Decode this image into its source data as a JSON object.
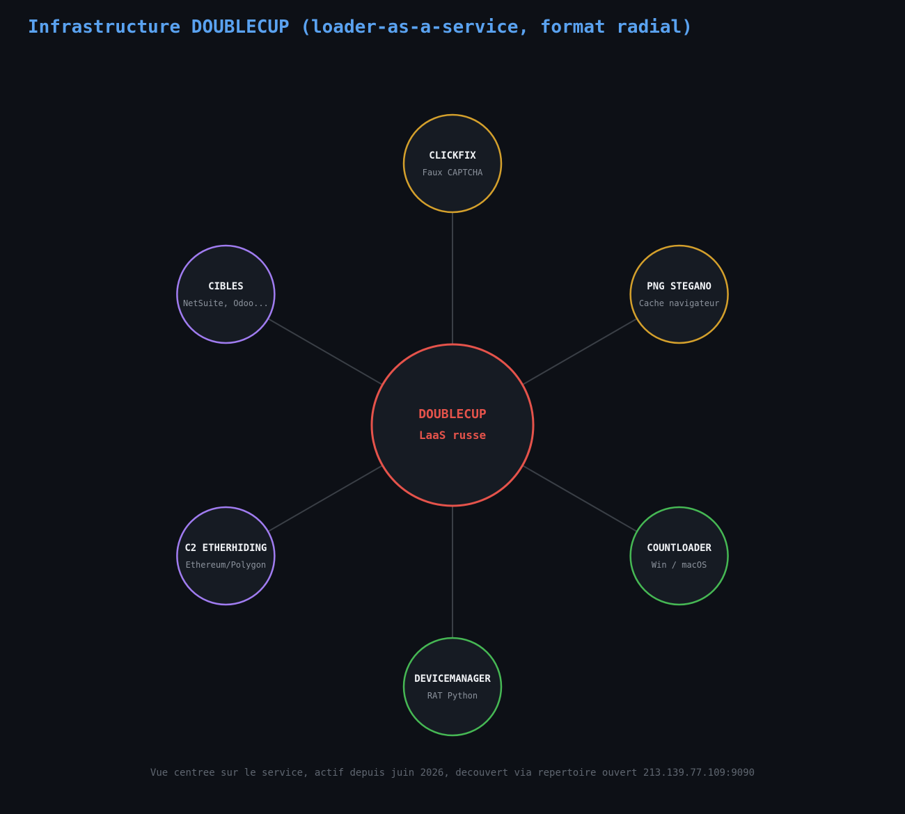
{
  "title": "Infrastructure DOUBLECUP (loader-as-a-service, format radial)",
  "center": {
    "title": "DOUBLECUP",
    "subtitle": "LaaS russe",
    "color": "#e5534b"
  },
  "nodes": [
    {
      "id": "clickfix",
      "title": "CLICKFIX",
      "subtitle": "Faux CAPTCHA",
      "color": "#d4a02c"
    },
    {
      "id": "png-stegano",
      "title": "PNG STEGANO",
      "subtitle": "Cache navigateur",
      "color": "#d4a02c"
    },
    {
      "id": "countloader",
      "title": "COUNTLOADER",
      "subtitle": "Win / macOS",
      "color": "#46b854"
    },
    {
      "id": "devicemanager",
      "title": "DEVICEMANAGER",
      "subtitle": "RAT Python",
      "color": "#46b854"
    },
    {
      "id": "c2-etherhiding",
      "title": "C2 ETHERHIDING",
      "subtitle": "Ethereum/Polygon",
      "color": "#a07cf0"
    },
    {
      "id": "cibles",
      "title": "CIBLES",
      "subtitle": "NetSuite, Odoo...",
      "color": "#a07cf0"
    }
  ],
  "footer": "Vue centree sur le service, actif depuis juin 2026, decouvert via repertoire ouvert 213.139.77.109:9090",
  "colors": {
    "background": "#0d1016",
    "node_fill": "#161b23",
    "edge": "#3a3f46",
    "title": "#5aa2f0"
  }
}
